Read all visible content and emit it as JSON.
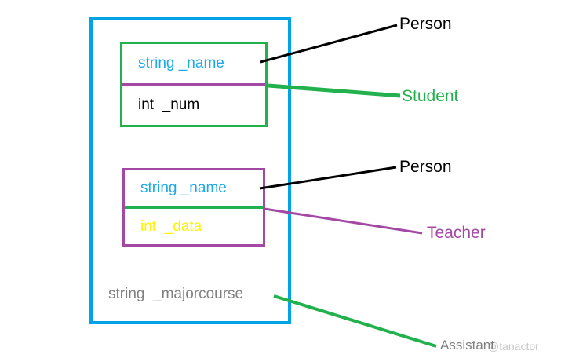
{
  "colors": {
    "outer_box_blue": "#00a2e8",
    "green": "#22b14c",
    "purple": "#a349a4",
    "yellow": "#fff200",
    "black": "#000000",
    "blue_text": "#1ca9e8",
    "gray_text": "#808080",
    "watermark_gray": "#c6c6c6"
  },
  "diagram": {
    "boxes": [
      {
        "name": "student-object",
        "border_color": "#22b14c",
        "divider_color": "#a349a4",
        "fields": [
          {
            "text": "string _name",
            "color": "#1ca9e8"
          },
          {
            "text": "int  _num",
            "color": "#000000"
          }
        ]
      },
      {
        "name": "teacher-object",
        "border_color": "#a349a4",
        "divider_color": "#22b14c",
        "fields": [
          {
            "text": "string _name",
            "color": "#1ca9e8"
          },
          {
            "text": "int  _data",
            "color": "#fff200"
          }
        ]
      }
    ],
    "outer_field": {
      "text": "string  _majorcourse",
      "color": "#808080"
    },
    "labels": [
      {
        "text": "Person",
        "color": "#000000"
      },
      {
        "text": "Student",
        "color": "#22b14c"
      },
      {
        "text": "Person",
        "color": "#000000"
      },
      {
        "text": "Teacher",
        "color": "#a349a4"
      },
      {
        "text": "Assistant",
        "color": "#808080"
      }
    ]
  },
  "watermark": {
    "text": "@tanactor"
  }
}
